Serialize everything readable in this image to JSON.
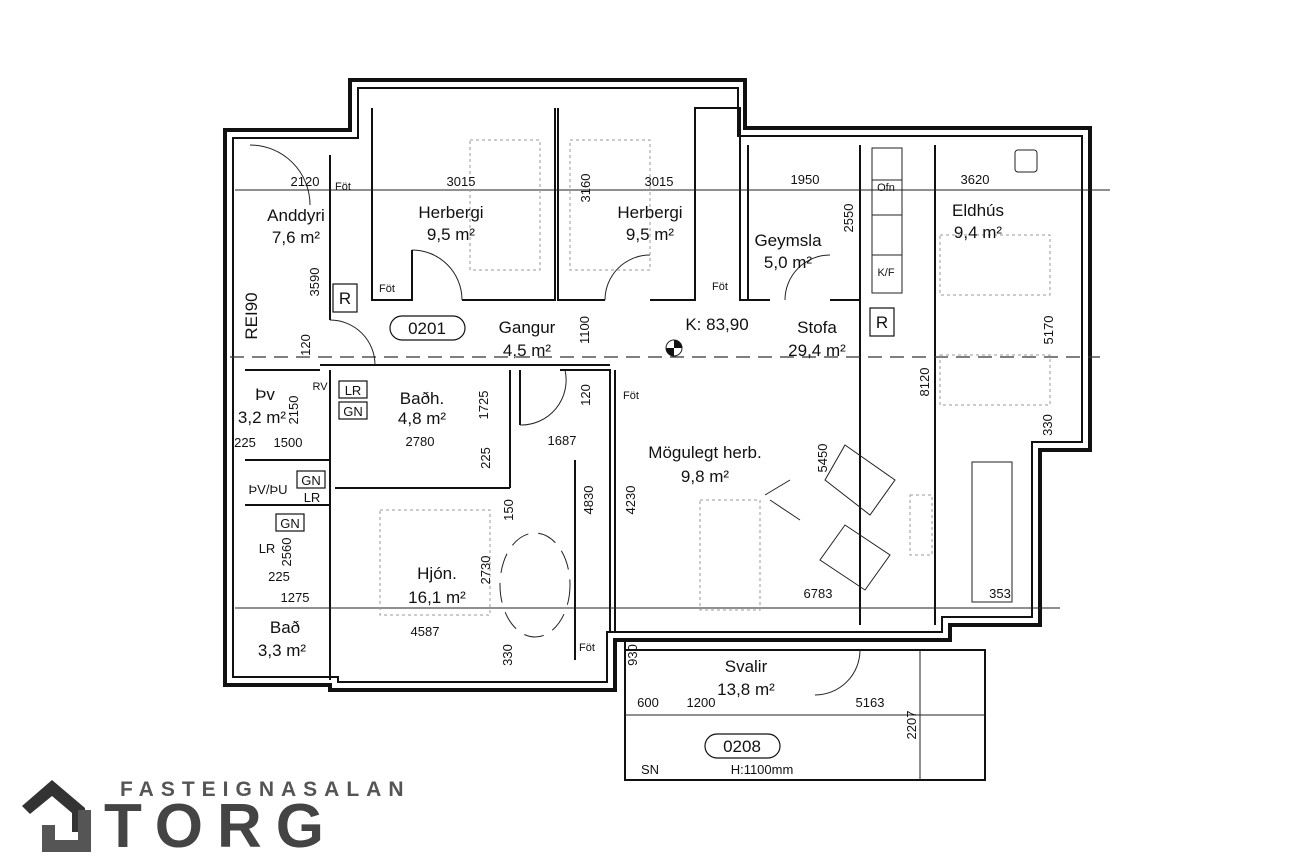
{
  "rooms": [
    {
      "name": "Anddyri",
      "area": "7,6 m²"
    },
    {
      "name": "Herbergi",
      "area": "9,5 m²"
    },
    {
      "name": "Herbergi",
      "area": "9,5 m²"
    },
    {
      "name": "Geymsla",
      "area": "5,0 m²"
    },
    {
      "name": "Eldhús",
      "area": "9,4 m²"
    },
    {
      "name": "Gangur",
      "area": "4,5 m²"
    },
    {
      "name": "Stofa",
      "area": "29,4 m²"
    },
    {
      "name": "Þv",
      "area": "3,2 m²"
    },
    {
      "name": "Baðh.",
      "area": "4,8 m²"
    },
    {
      "name": "Mögulegt herb.",
      "area": "9,8 m²"
    },
    {
      "name": "Hjón.",
      "area": "16,1 m²"
    },
    {
      "name": "Bað",
      "area": "3,3 m²"
    },
    {
      "name": "Svalir",
      "area": "13,8 m²"
    }
  ],
  "unit_ids": {
    "apartment": "0201",
    "balcony": "0208"
  },
  "level": "K: 83,90",
  "balcony_notes": {
    "sn": "SN",
    "height": "H:1100mm"
  },
  "dimensions": [
    "2120",
    "3015",
    "3015",
    "1950",
    "3620",
    "3160",
    "2550",
    "3590",
    "120",
    "1100",
    "5170",
    "8120",
    "330",
    "2150",
    "1725",
    "120",
    "225",
    "1500",
    "2780",
    "1687",
    "225",
    "150",
    "4830",
    "4230",
    "5450",
    "2730",
    "2560",
    "225",
    "1275",
    "4587",
    "330",
    "6783",
    "353",
    "930",
    "600",
    "1200",
    "5163",
    "2207"
  ],
  "fixtures": {
    "fot": "Föt",
    "r": "R",
    "ofn": "Ofn",
    "kf": "K/F",
    "rv": "RV",
    "lr": "LR",
    "gn": "GN",
    "thvthu": "ÞV/ÞU",
    "rei": "REI90"
  },
  "logo": {
    "top": "FASTEIGNASALAN",
    "main": "TORG"
  }
}
